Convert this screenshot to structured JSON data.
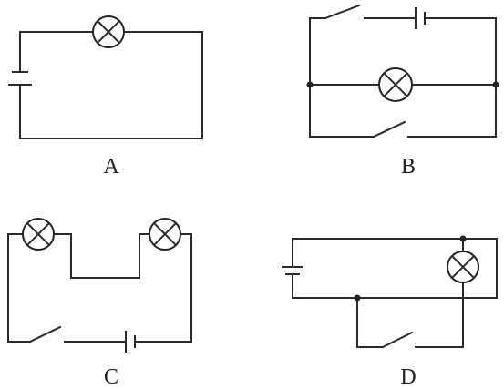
{
  "diagram": {
    "colors": {
      "wire": "#2a2a2a",
      "background": "#ffffff"
    },
    "circuits": [
      {
        "label": "A",
        "components": [
          "battery",
          "lamp"
        ]
      },
      {
        "label": "B",
        "components": [
          "switch",
          "battery",
          "lamp",
          "switch"
        ]
      },
      {
        "label": "C",
        "components": [
          "lamp",
          "lamp",
          "switch",
          "battery"
        ]
      },
      {
        "label": "D",
        "components": [
          "battery",
          "lamp",
          "switch"
        ]
      }
    ]
  }
}
